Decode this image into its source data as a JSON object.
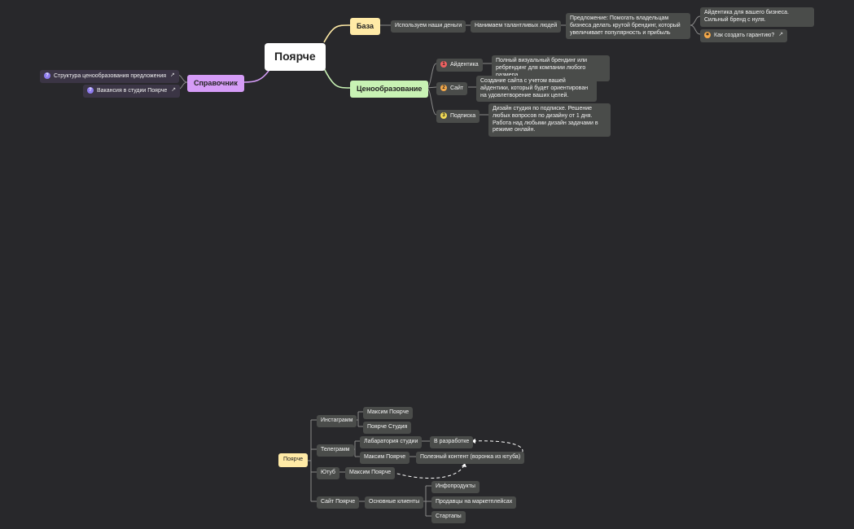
{
  "map1": {
    "root": "Поярче",
    "baza": "База",
    "baza_chain": [
      "Используем наши деньги",
      "Нанимаем талантливых людей"
    ],
    "offer": "Предложение: Помогать владельцам бизнеса делать крутой брендинг, который увеличивает популярность и прибыль",
    "offer_children": {
      "identity": "Айдентика для вашего бизнеса. Сильный бренд с нуля.",
      "guarantee": "Как создать гарантию?"
    },
    "pricing": "Ценообразование",
    "pricing_items": [
      {
        "badge": "1",
        "label": "Айдентика",
        "desc": "Полный визуальный брендинг или ребрендинг для компании любого размера."
      },
      {
        "badge": "2",
        "label": "Сайт",
        "desc": "Создание сайта с учетом вашей айдентики, который будет ориентирован на удовлетворение ваших целей."
      },
      {
        "badge": "3",
        "label": "Подписка",
        "desc": "Дизайн студия по подписке. Решение любых вопросов по дизайну от 1 дня. Работа над любыми дизайн задачами в режиме онлайн."
      }
    ],
    "reference": "Справочник",
    "reference_items": [
      "Структура ценообразования предложения",
      "Вакансия в студии Поярче"
    ]
  },
  "map2": {
    "root": "Поярче",
    "instagram": "Инстаграмм",
    "instagram_items": [
      "Максим Поярче",
      "Поярче Студия"
    ],
    "telegram": "Телеграмм",
    "telegram_items": [
      "Лабаратория студии",
      "Максим Поярче"
    ],
    "in_dev": "В разработке",
    "useful": "Полезный контент (воронка из ютуба)",
    "youtube": "Ютуб",
    "youtube_item": "Максим Поярче",
    "site": "Сайт Поярче",
    "clients": "Основные клиенты",
    "client_items": [
      "Инфопродукты",
      "Продавцы на маркетплейсах",
      "Стартапы"
    ]
  },
  "colors": {
    "background": "#28282b",
    "link_yellow": "#ffeaa6",
    "link_green": "#c8f2b4",
    "link_purple": "#d59cf7",
    "link_gray": "#8a8a8a"
  }
}
